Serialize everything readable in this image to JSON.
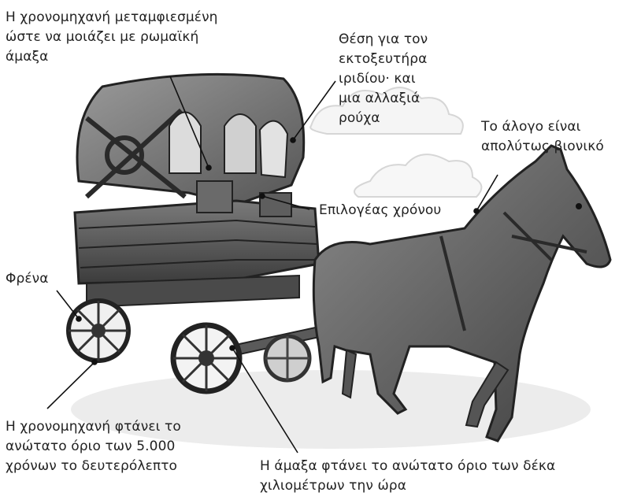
{
  "labels": {
    "disguise": [
      "Η χρονομηχανή μεταμφιεσμένη",
      "ώστε να μοιάζει με ρωμαϊκή",
      "άμαξα"
    ],
    "storage": [
      "Θέση για τον",
      "εκτοξευτήρα",
      "ιριδίου· και",
      "μια αλλαξιά",
      "ρούχα"
    ],
    "horse": [
      "Το άλογο είναι",
      "απολύτως βιονικό"
    ],
    "selector": "Επιλογέας χρόνου",
    "brakes": "Φρένα",
    "time_speed": [
      "Η χρονομηχανή φτάνει το",
      "ανώτατο όριο των 5.000",
      "χρόνων το δευτερόλεπτο"
    ],
    "cart_speed": [
      "Η άμαξα φτάνει το ανώτατο όριο των δέκα",
      "χιλιομέτρων την ώρα"
    ]
  }
}
